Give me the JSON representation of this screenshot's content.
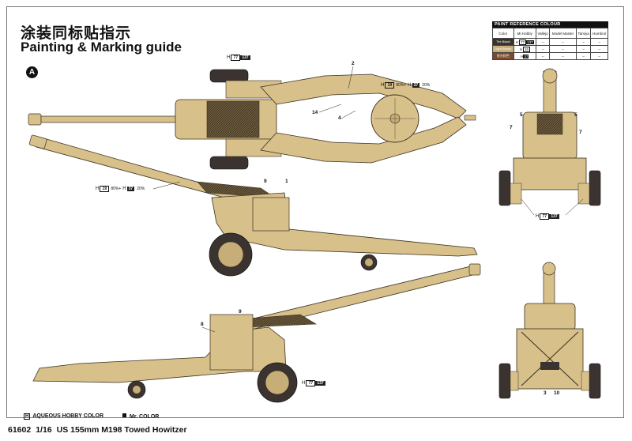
{
  "title_cn": "涂装同标贴指示",
  "title_en": "Painting & Marking guide",
  "view_badge": "A",
  "paint_table": {
    "title": "PAINT  REFERENCE COLOUR",
    "headers": [
      "Color",
      "Mr.Hobby",
      "Vallejo",
      "Model Master",
      "Tamiya",
      "Humbrol"
    ],
    "rows": [
      {
        "name": "Tire Black",
        "swatch": "#3b3330",
        "h": "77",
        "m": "137",
        "vallejo": "–",
        "model_master": "–",
        "tamiya": "–",
        "humbrol": "–"
      },
      {
        "name": "Light Brown",
        "swatch": "#c9ad7b",
        "h": "19",
        "m": "",
        "vallejo": "–",
        "model_master": "–",
        "tamiya": "–",
        "humbrol": "–"
      },
      {
        "name": "哑光棕色",
        "swatch": "#7b4a2d",
        "h": "",
        "m": "37",
        "vallejo": "–",
        "model_master": "–",
        "tamiya": "–",
        "humbrol": "–"
      }
    ],
    "colors": {
      "tire_black": "#3b3330",
      "sand": "#d8c08a",
      "brown": "#7b4a2d"
    }
  },
  "callouts": {
    "top_tire": {
      "h": "H",
      "hb": "77",
      "mb": "137"
    },
    "top_body": {
      "h": "H",
      "hb": "19",
      "pct1": "80%+",
      "h2": "H",
      "mb": "37",
      "pct2": "20%"
    },
    "side_mix": {
      "h": "H",
      "hb": "19",
      "pct1": "80%+",
      "h2": "H",
      "mb": "37",
      "pct2": "20%"
    },
    "front_tire": {
      "h": "H",
      "hb": "77",
      "mb": "137"
    },
    "bottom_tire": {
      "h": "H",
      "hb": "77",
      "mb": "137"
    }
  },
  "part_numbers": {
    "n2": "2",
    "n14": "14",
    "n4": "4",
    "n9a": "9",
    "n1": "1",
    "n5a": "5",
    "n5b": "5",
    "n7a": "7",
    "n7b": "7",
    "n8": "8",
    "n9b": "9",
    "n3": "3",
    "n10": "10"
  },
  "legend": {
    "aqueous_code": "H",
    "aqueous_label": "AQUEOUS HOBBY COLOR",
    "mr_label": "Mr. COLOR"
  },
  "footer": {
    "code": "61602",
    "scale": "1/16",
    "name": "US 155mm M198 Towed  Howitzer"
  }
}
